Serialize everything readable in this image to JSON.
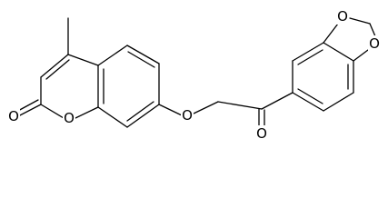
{
  "molecule": {
    "atom_labels": {
      "carbonyl_oxygen_lactone": "O",
      "ring_oxygen_lactone": "O",
      "ether_oxygen": "O",
      "ketone_oxygen": "O",
      "dioxole_oxygen_top": "O",
      "dioxole_oxygen_bottom": "O"
    }
  }
}
